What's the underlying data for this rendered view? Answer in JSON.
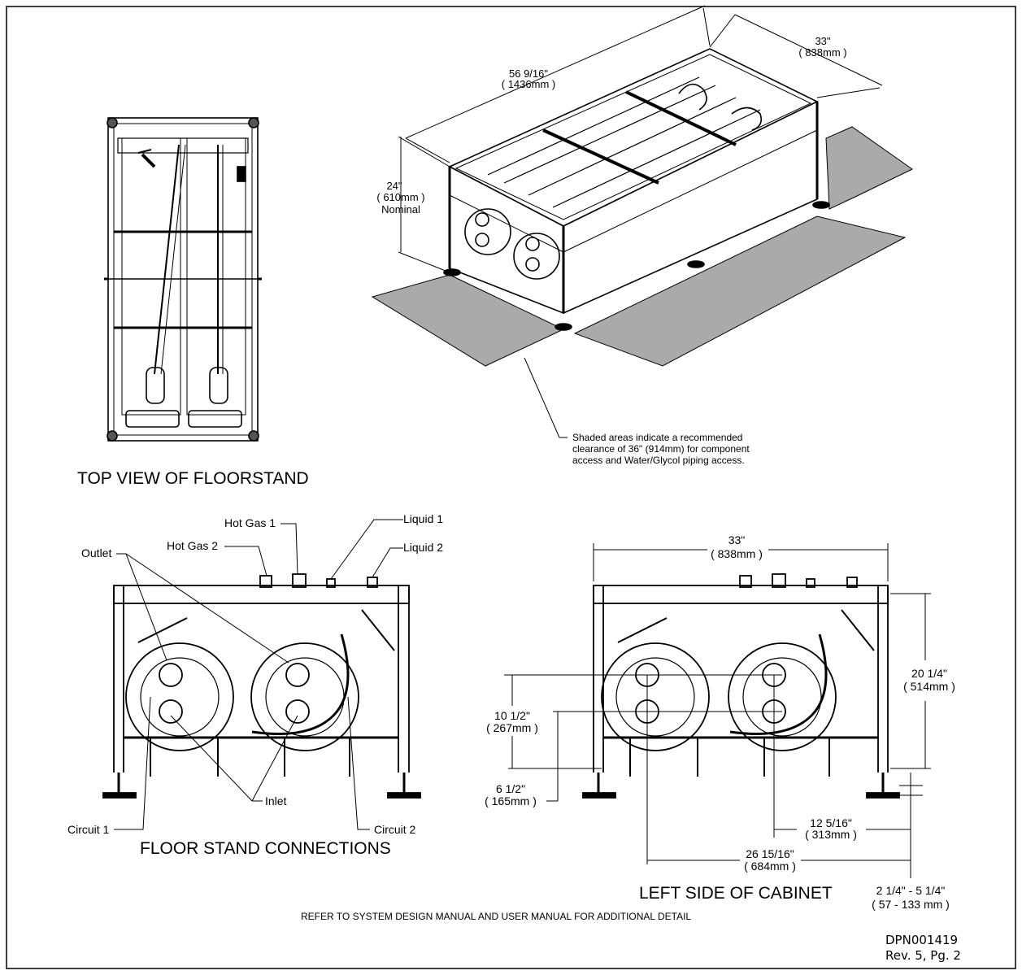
{
  "labels": {
    "top_view_title": "TOP VIEW OF FLOORSTAND",
    "floor_stand_title": "FLOOR STAND CONNECTIONS",
    "left_side_title": "LEFT SIDE OF CABINET",
    "refer_note": "REFER TO SYSTEM DESIGN MANUAL AND USER MANUAL FOR ADDITIONAL DETAIL",
    "clearance_note": [
      "Shaded areas indicate a recommended",
      "clearance of 36\" (914mm) for component",
      "access and Water/Glycol piping access."
    ],
    "doc_number": "DPN001419",
    "revision": "Rev. 5, Pg. 2"
  },
  "callouts": {
    "hot_gas_1": "Hot Gas 1",
    "hot_gas_2": "Hot Gas 2",
    "liquid_1": "Liquid 1",
    "liquid_2": "Liquid 2",
    "outlet": "Outlet",
    "inlet": "Inlet",
    "circuit_1": "Circuit 1",
    "circuit_2": "Circuit 2"
  },
  "dimensions": {
    "iso_length": [
      "56 9/16\"",
      "( 1436mm )"
    ],
    "iso_width": [
      "33\"",
      "( 838mm )"
    ],
    "iso_height": [
      "24\"",
      "( 610mm )",
      "Nominal"
    ],
    "side_width": [
      "33\"",
      "( 838mm )"
    ],
    "side_height": [
      "20 1/4\"",
      "( 514mm )"
    ],
    "upper_port": [
      "10 1/2\"",
      "( 267mm )"
    ],
    "lower_port": [
      "6 1/2\"",
      "( 165mm )"
    ],
    "right_port": [
      "12 5/16\"",
      "( 313mm )"
    ],
    "left_port": [
      "26 15/16\"",
      "( 684mm )"
    ],
    "foot_adjust": [
      "2 1/4\" - 5 1/4\"",
      "( 57 - 133 mm )"
    ]
  }
}
